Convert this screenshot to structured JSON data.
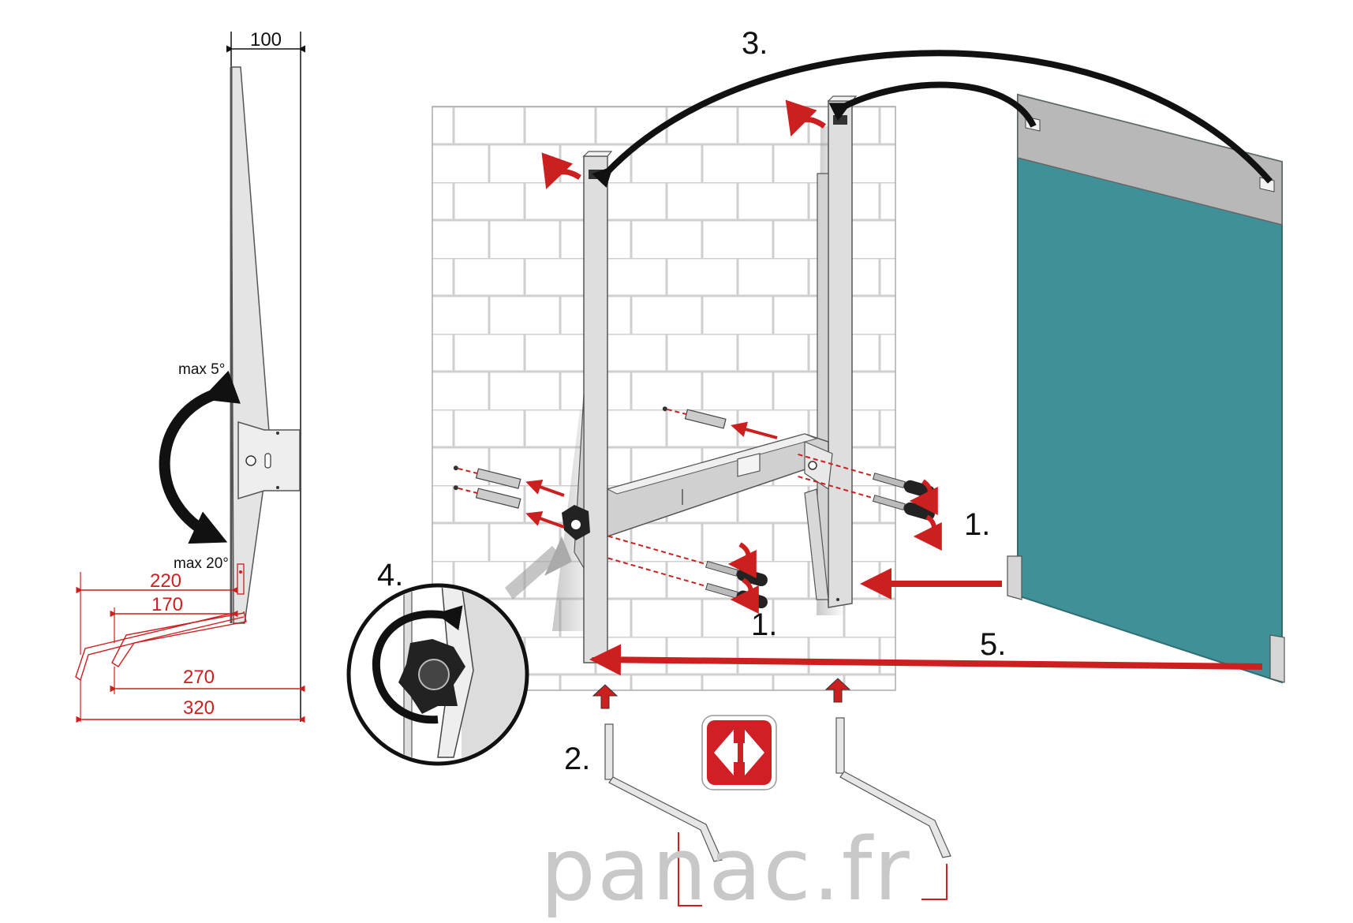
{
  "dimensions": {
    "depth": "100",
    "d220": "220",
    "d170": "170",
    "d270": "270",
    "d320": "320"
  },
  "angles": {
    "max_up": "max 5°",
    "max_down": "max 20°"
  },
  "steps": {
    "s1a": "1.",
    "s1b": "1.",
    "s2": "2.",
    "s3": "3.",
    "s4": "4.",
    "s5": "5."
  },
  "watermark": "panac.fr",
  "colors": {
    "accent_red": "#cc1f1f",
    "panel_teal": "#3f9097",
    "metal": "#dcdcdc",
    "outline": "#555555"
  },
  "icons": {
    "logo": "red-square-arrows-logo",
    "knob": "star-knob-icon",
    "rotate": "rotate-arrow-icon"
  }
}
